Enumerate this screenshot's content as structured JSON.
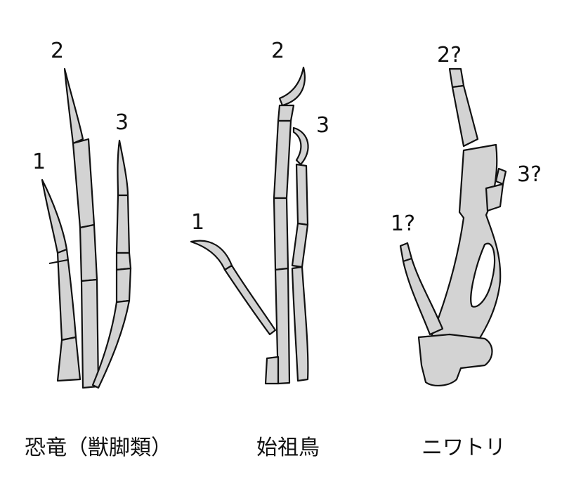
{
  "panels": [
    {
      "caption": "恐竜（獣脚類）",
      "digit_labels": [
        "1",
        "2",
        "3"
      ]
    },
    {
      "caption": "始祖鳥",
      "digit_labels": [
        "1",
        "2",
        "3"
      ]
    },
    {
      "caption": "ニワトリ",
      "digit_labels": [
        "1?",
        "2?",
        "3?"
      ]
    }
  ]
}
